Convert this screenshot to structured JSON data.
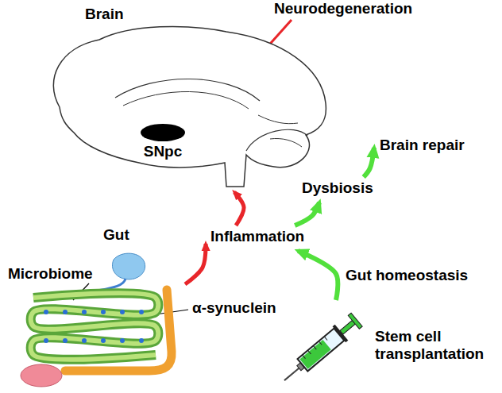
{
  "diagram": {
    "nodes": [
      {
        "text": [
          "Brain"
        ]
      },
      {
        "text": [
          "SNpc"
        ],
        "in": 0
      },
      {
        "text": [
          "Neurodegeneration"
        ]
      },
      {
        "text": [
          "Inflammation"
        ]
      },
      {
        "text": [
          "Dysbiosis"
        ]
      },
      {
        "text": [
          "Brain repair"
        ]
      },
      {
        "text": [
          "Stem cell transplantation"
        ]
      },
      {
        "text": [
          "Gut"
        ]
      }
    ],
    "edges": [
      {
        "from": 2,
        "to": 1,
        "arrow": "to"
      },
      {
        "from": 7,
        "to": 3,
        "arrow": "to"
      },
      {
        "from": 3,
        "to": 0,
        "arrow": "to"
      },
      {
        "from": 6,
        "to": 3,
        "label": "Gut homeostasis",
        "arrow": "to"
      },
      {
        "from": 3,
        "to": 4,
        "arrow": "to"
      },
      {
        "from": 4,
        "to": 5,
        "arrow": "to"
      }
    ],
    "labels": [
      "Microbiome",
      "α-synuclein"
    ]
  }
}
